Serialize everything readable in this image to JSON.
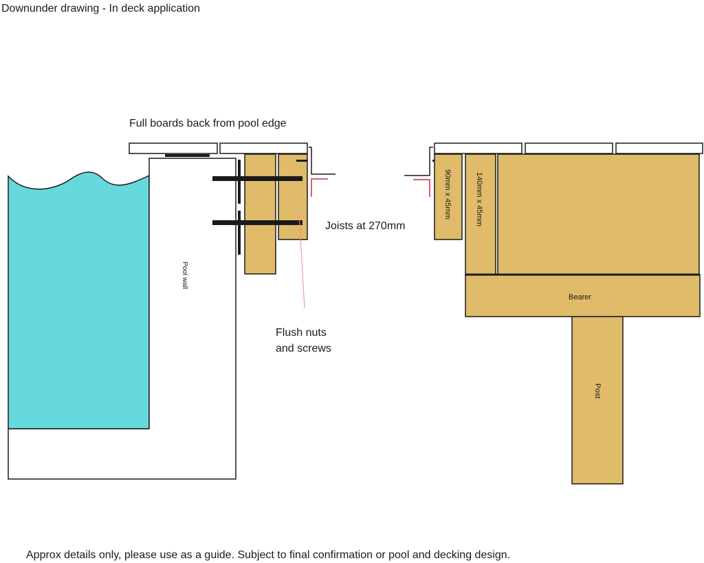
{
  "title": "Downunder drawing - In deck application",
  "labels": {
    "full_boards": "Full boards back from pool edge",
    "joists": "Joists at 270mm",
    "flush_line1": "Flush nuts",
    "flush_line2": "and screws",
    "pool_wall": "Pool wall",
    "joist_90": "90mm x 45mm",
    "joist_140": "140mm x 45mm",
    "bearer": "Bearer",
    "post": "Post"
  },
  "footer": "Approx details only, please use as a guide. Subject to final confirmation or pool and decking design.",
  "colors": {
    "water": "#66d9dc",
    "timber": "#dfbb6a",
    "outline": "#1a1a1a",
    "red_detail": "#d4233c",
    "pink_leader": "#f08a9b"
  }
}
